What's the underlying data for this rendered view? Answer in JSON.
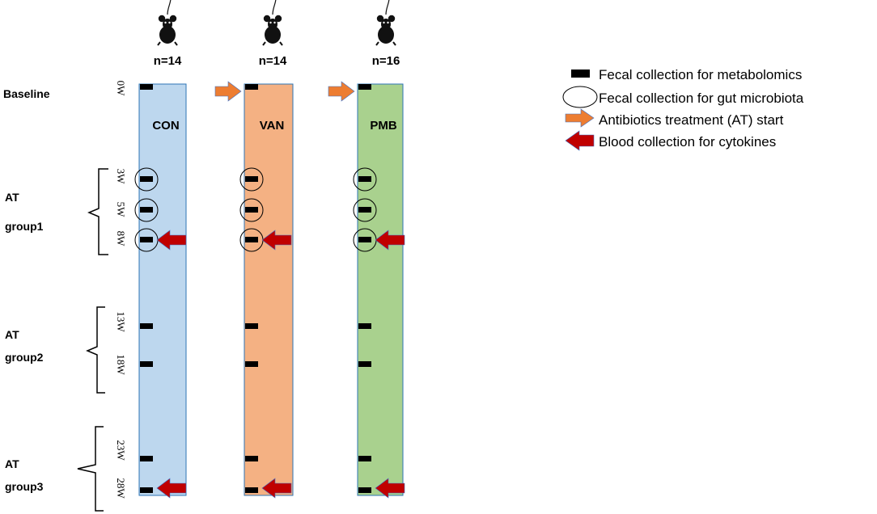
{
  "groups": [
    {
      "name": "CON",
      "n": "n=14",
      "color": "#bdd7ee",
      "border": "#2e75b6",
      "has_start_arrow": false
    },
    {
      "name": "VAN",
      "n": "n=14",
      "color": "#f4b183",
      "border": "#2e75b6",
      "has_start_arrow": true
    },
    {
      "name": "PMB",
      "n": "n=16",
      "color": "#a9d18e",
      "border": "#2e75b6",
      "has_start_arrow": true
    }
  ],
  "rows": {
    "baseline": "Baseline",
    "at1": [
      "AT",
      "group1"
    ],
    "at2": [
      "AT",
      "group2"
    ],
    "at3": [
      "AT",
      "group3"
    ]
  },
  "weeks": [
    "0W",
    "3W",
    "5W",
    "8W",
    "13W",
    "18W",
    "23W",
    "28W"
  ],
  "circled_weeks": [
    "3W",
    "5W",
    "8W"
  ],
  "blood_weeks": [
    "8W",
    "28W"
  ],
  "legend": {
    "metabolomics": "Fecal collection for metabolomics",
    "microbiota": "Fecal collection for gut microbiota",
    "antibiotics": "Antibiotics treatment (AT) start",
    "blood": "Blood collection for cytokines"
  },
  "colors": {
    "start_arrow": "#ed7d31",
    "blood_arrow": "#c00000",
    "marker": "#000000"
  },
  "icons": {
    "mouse": "mouse-icon"
  }
}
